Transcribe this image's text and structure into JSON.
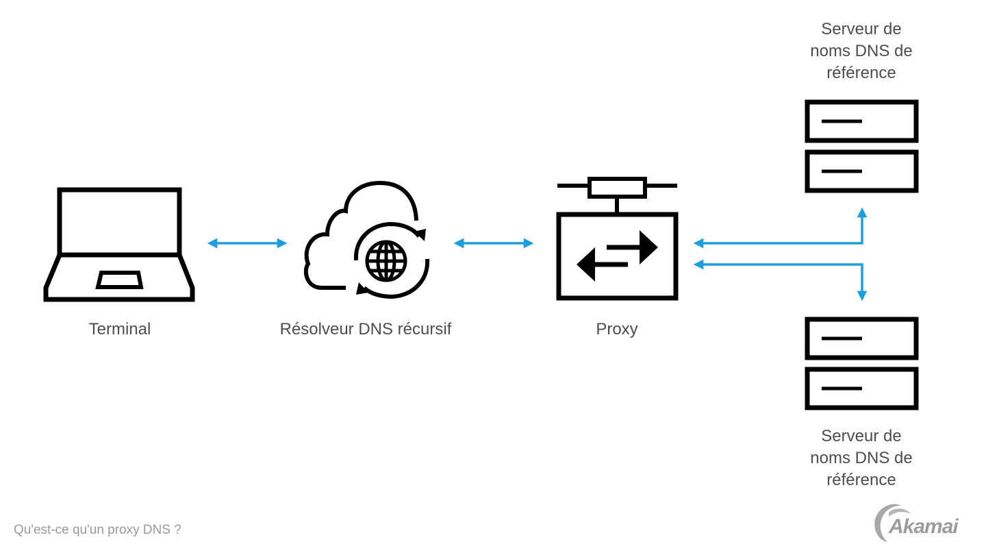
{
  "diagram": {
    "title": "Qu'est-ce qu'un proxy DNS ?",
    "nodes": [
      {
        "id": "terminal",
        "label": "Terminal",
        "icon": "laptop-icon"
      },
      {
        "id": "resolver",
        "label": "Résolveur DNS récursif",
        "icon": "cloud-globe-sync-icon"
      },
      {
        "id": "proxy",
        "label": "Proxy",
        "icon": "proxy-icon"
      },
      {
        "id": "auth-top",
        "label": "Serveur de noms DNS de référence",
        "label_lines": [
          "Serveur de",
          "noms DNS de",
          "référence"
        ],
        "icon": "server-icon"
      },
      {
        "id": "auth-bottom",
        "label": "Serveur de noms DNS de référence",
        "label_lines": [
          "Serveur de",
          "noms DNS de",
          "référence"
        ],
        "icon": "server-icon"
      }
    ],
    "edges": [
      {
        "from": "terminal",
        "to": "resolver",
        "direction": "both"
      },
      {
        "from": "resolver",
        "to": "proxy",
        "direction": "both"
      },
      {
        "from": "auth-top",
        "to": "proxy",
        "direction": "both"
      },
      {
        "from": "proxy",
        "to": "auth-bottom",
        "direction": "both"
      }
    ],
    "colors": {
      "arrow": "#1a9ee0",
      "icon": "#000000",
      "label": "#4d4d4f",
      "caption": "#9a9a9a"
    }
  },
  "brand": {
    "logo_text": "Akamai"
  }
}
